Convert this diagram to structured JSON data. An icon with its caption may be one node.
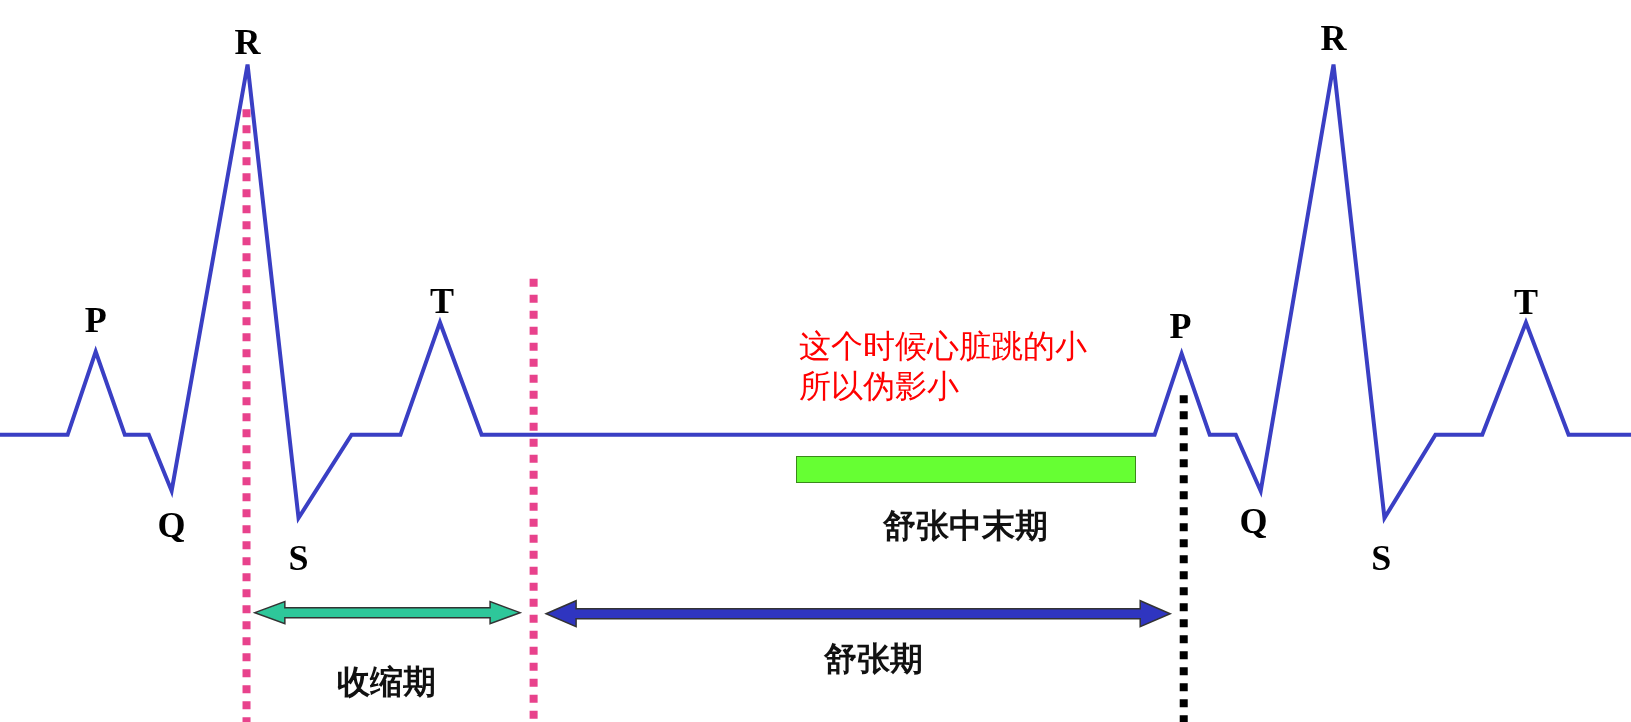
{
  "diagram": {
    "nodes": [
      {
        "text": [
          "舒张中末期"
        ]
      }
    ],
    "labels": [
      "R",
      "R",
      "P",
      "T",
      "P",
      "T",
      "这个时候心脏跳的小所以伪影小",
      "Q",
      "S",
      "Q",
      "S",
      "舒张期",
      "收缩期"
    ]
  }
}
